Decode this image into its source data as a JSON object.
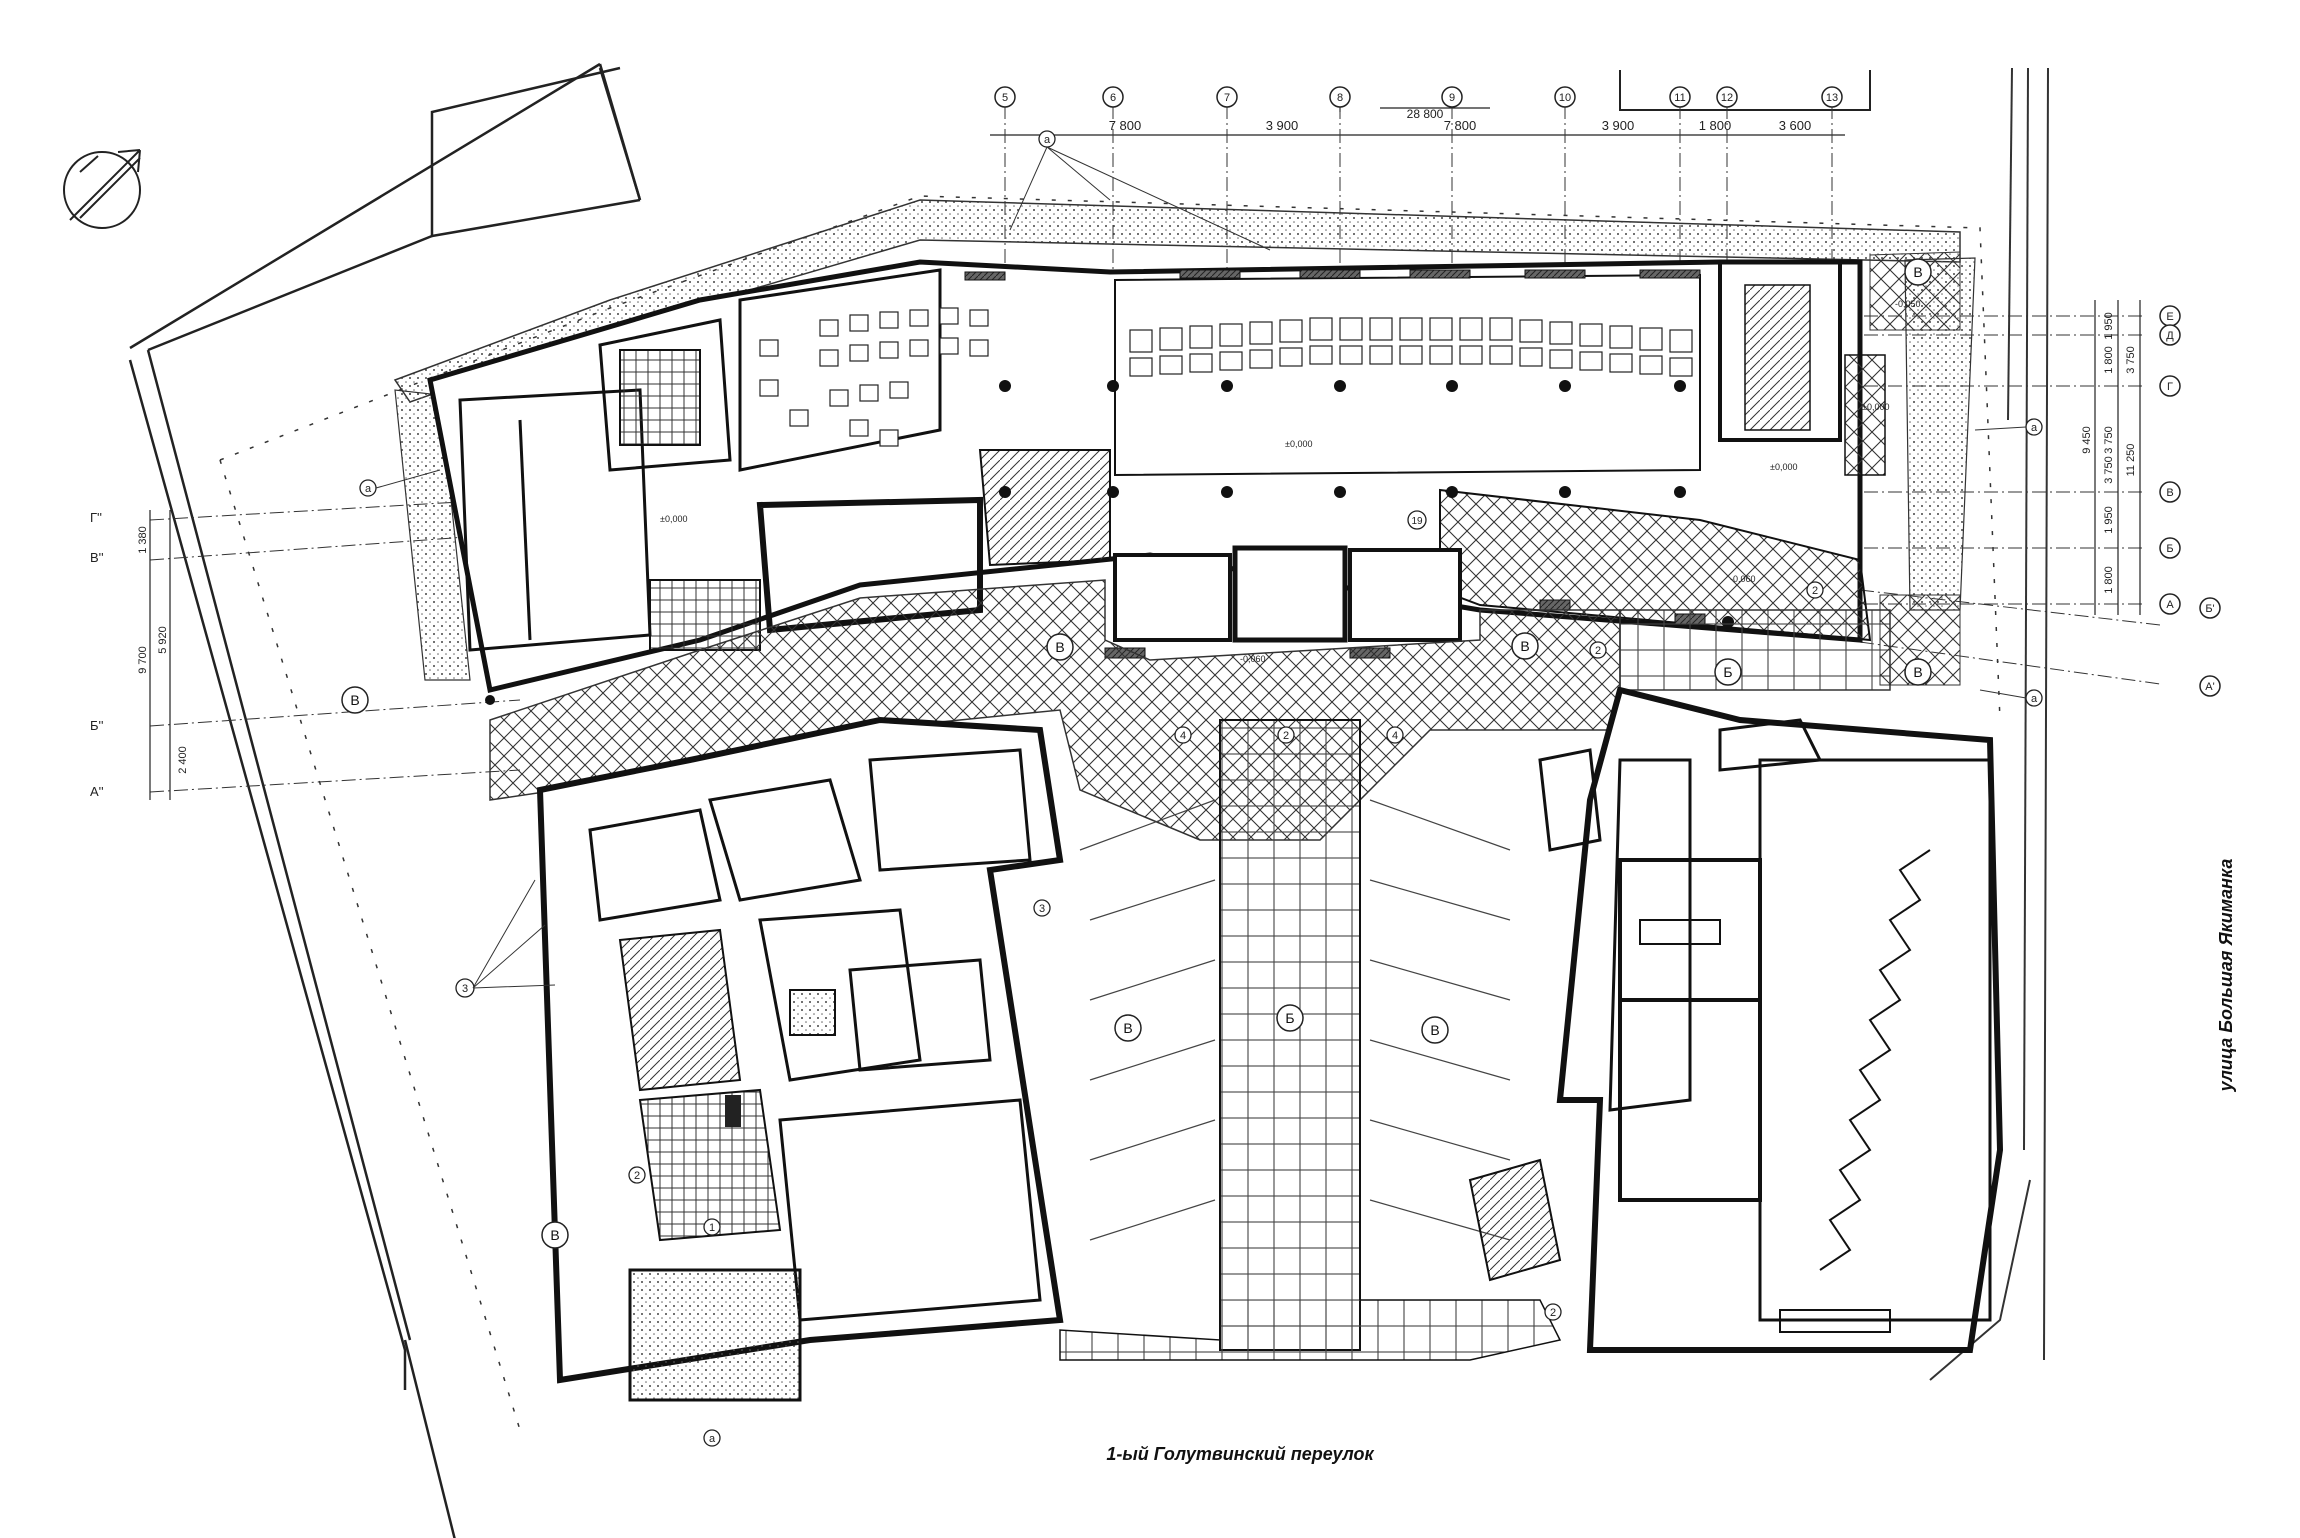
{
  "streets": {
    "bottom": "1-ый Голутвинский переулок",
    "right": "улица Большая Якиманка"
  },
  "axes_top": [
    "5",
    "6",
    "7",
    "8",
    "9",
    "10",
    "11",
    "12",
    "13"
  ],
  "axes_right": [
    "Е",
    "Д",
    "Г",
    "В",
    "Б",
    "А"
  ],
  "axes_right_extra": [
    "Б'",
    "А'"
  ],
  "axes_left": [
    "Г''",
    "В''",
    "Б''",
    "А''"
  ],
  "dims_top": [
    "7 800",
    "3 900",
    "7 800",
    "3 900",
    "1 800",
    "3 600"
  ],
  "dims_top_inner": "28 800",
  "dims_right": [
    "1 950",
    "1 800",
    "3 750",
    "3 750",
    "1 950",
    "1 800"
  ],
  "dims_right_totals": [
    "9 450",
    "3 750",
    "11 250"
  ],
  "dims_left": [
    "1 380",
    "5 920",
    "9 700",
    "2 400"
  ],
  "zone_labels": {
    "v": "В",
    "b": "Б"
  },
  "markers": {
    "a": "а",
    "one": "1",
    "two": "2",
    "three": "3",
    "four": "4",
    "nineteen": "19"
  },
  "levels": [
    "±0,000",
    "-0,060",
    "-0,050",
    "±0,000",
    "±0,000",
    "±0,000",
    "-0,060"
  ]
}
